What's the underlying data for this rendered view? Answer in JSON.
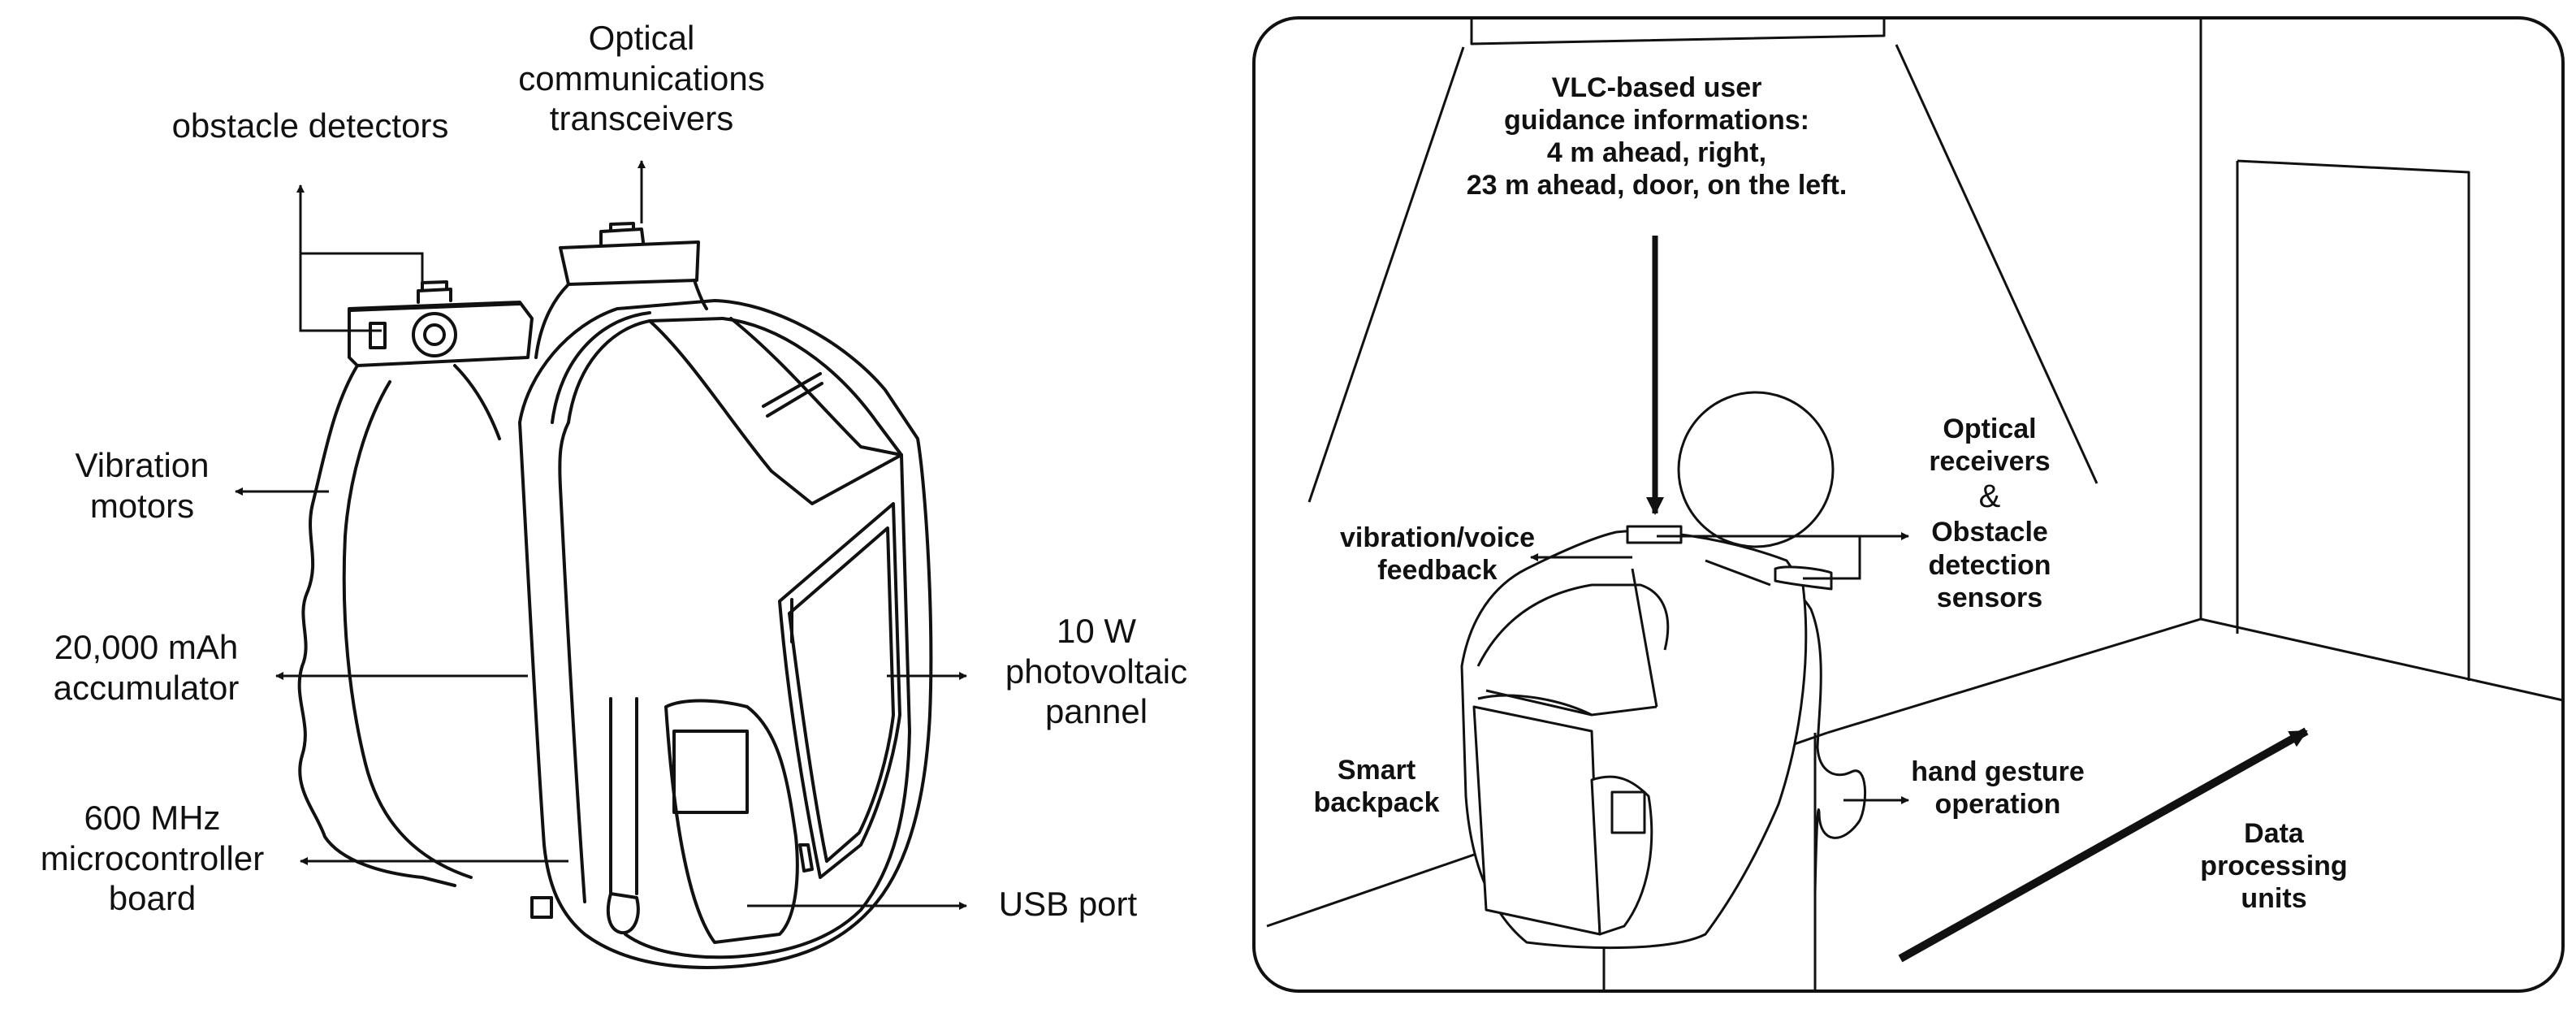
{
  "left_panel": {
    "labels": {
      "obstacle_detectors": [
        "obstacle detectors"
      ],
      "optical_transceivers": [
        "Optical",
        "communications",
        "transceivers"
      ],
      "vibration_motors": [
        "Vibration",
        "motors"
      ],
      "accumulator": [
        "20,000 mAh",
        "accumulator"
      ],
      "microcontroller": [
        "600 MHz",
        "microcontroller",
        "board"
      ],
      "photovoltaic": [
        "10 W",
        "photovoltaic",
        "pannel"
      ],
      "usb_port": [
        "USB port"
      ]
    }
  },
  "right_panel": {
    "labels": {
      "vlc_info": [
        "VLC-based user",
        "guidance informations:",
        "4 m ahead, right,",
        "23 m ahead, door, on the left."
      ],
      "vibration_voice": [
        "vibration/voice",
        "feedback"
      ],
      "optical_receivers": [
        "Optical",
        "receivers",
        "&",
        "Obstacle",
        "detection",
        "sensors"
      ],
      "smart_backpack": [
        "Smart",
        "backpack"
      ],
      "hand_gesture": [
        "hand gesture",
        "operation"
      ],
      "data_processing": [
        "Data",
        "processing",
        "units"
      ]
    }
  },
  "colors": {
    "line": "#111111",
    "background": "#ffffff"
  }
}
